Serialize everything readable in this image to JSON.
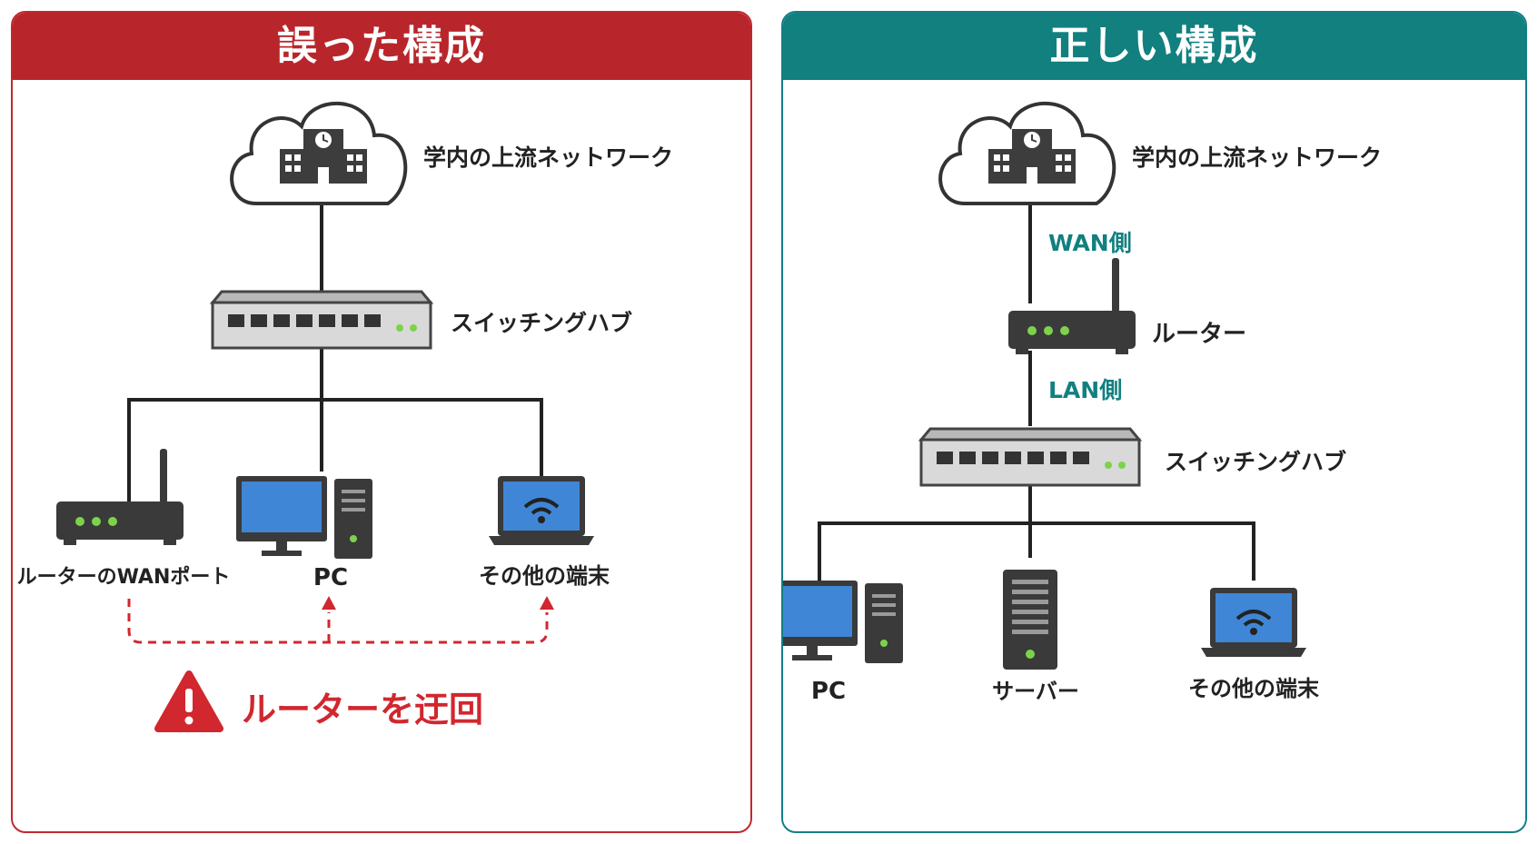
{
  "wrong": {
    "title": "誤った構成",
    "upstream": "学内の上流ネットワーク",
    "switch": "スイッチングハブ",
    "router_wan": "ルーターのWANポート",
    "pc": "PC",
    "other": "その他の端末",
    "warning": "ルーターを迂回"
  },
  "right": {
    "title": "正しい構成",
    "upstream": "学内の上流ネットワーク",
    "wan_side": "WAN側",
    "router": "ルーター",
    "lan_side": "LAN側",
    "switch": "スイッチングハブ",
    "pc": "PC",
    "server": "サーバー",
    "other": "その他の端末"
  },
  "colors": {
    "wrong_accent": "#b8262b",
    "right_accent": "#11807f",
    "screen_blue": "#3f86d6",
    "device_dark": "#3a3a3a",
    "led_green": "#7cd34b",
    "warning_red": "#d1272e"
  }
}
